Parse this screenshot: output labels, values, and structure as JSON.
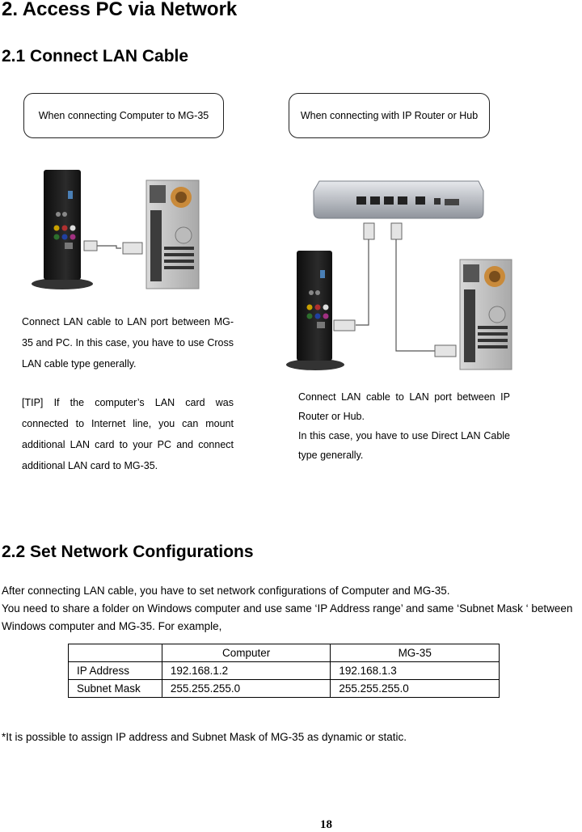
{
  "headings": {
    "main": "2. Access PC via Network",
    "lan_cable": "2.1 Connect LAN Cable",
    "net_config": "2.2 Set Network Configurations"
  },
  "callouts": {
    "computer": "When connecting Computer to MG-35",
    "router": "When connecting with IP Router or Hub"
  },
  "left_text": {
    "p1": "Connect LAN cable to LAN port between MG-35 and PC. In this case, you have to use Cross LAN cable type generally.",
    "p2": "[TIP] If the computer’s LAN card was connected to Internet line, you can mount additional LAN card to your PC and connect additional LAN card to MG-35."
  },
  "right_text": {
    "p1": "Connect LAN cable to LAN port between IP Router or Hub.",
    "p2": "In this case, you have to use Direct LAN Cable type generally."
  },
  "intro": {
    "line1": "After connecting LAN cable, you have to set network configurations of Computer and MG-35.",
    "line2": "You need to share a folder on Windows computer and use same ‘IP Address range’ and same ‘Subnet Mask ‘ between",
    "line3": "Windows computer and MG-35. For example,"
  },
  "table": {
    "headers": [
      "",
      "Computer",
      "MG-35"
    ],
    "rows": [
      [
        "IP Address",
        "192.168.1.2",
        "192.168.1.3"
      ],
      [
        "Subnet Mask",
        "255.255.255.0",
        "255.255.255.0"
      ]
    ]
  },
  "footnote": "*It is possible to assign IP address and Subnet Mask of MG-35 as dynamic or static.",
  "page_number": "18"
}
